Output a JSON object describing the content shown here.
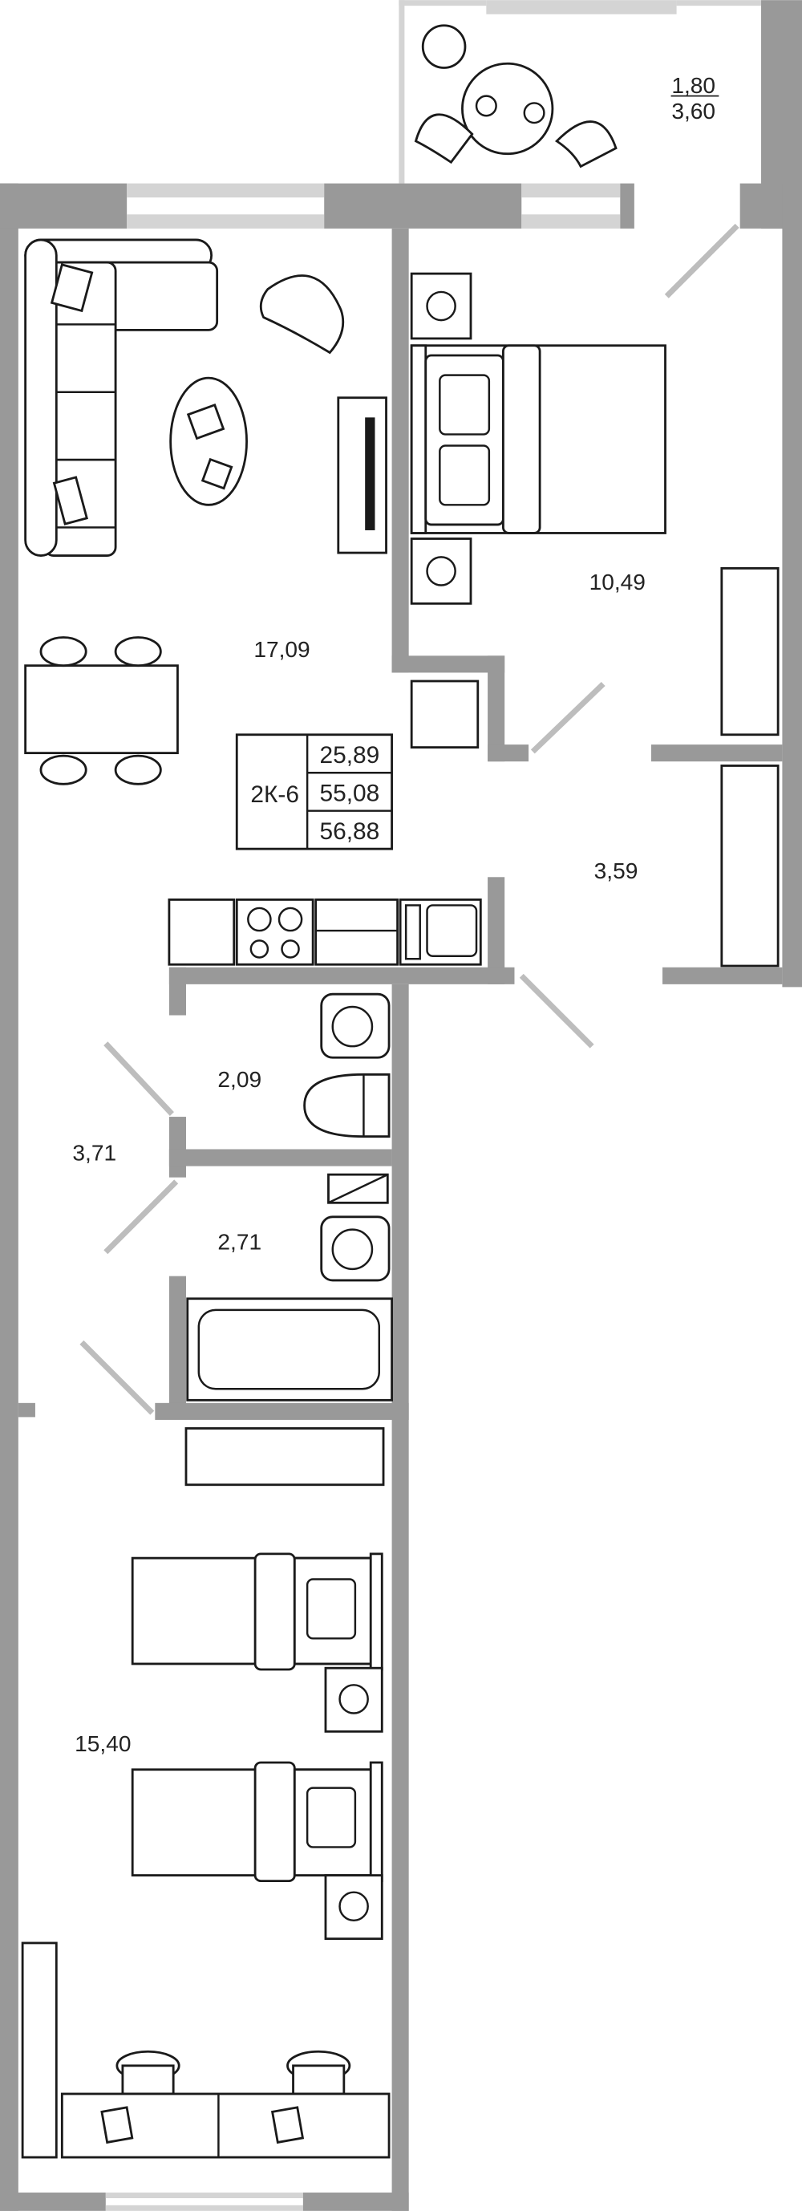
{
  "plan": {
    "apartment_type": "2К-6",
    "areas_summary": [
      "25,89",
      "55,08",
      "56,88"
    ],
    "balcony": {
      "area_top": "1,80",
      "area_bottom": "3,60"
    },
    "rooms": [
      {
        "id": "living",
        "area": "17,09"
      },
      {
        "id": "bedroom",
        "area": "10,49"
      },
      {
        "id": "closet",
        "area": "3,59"
      },
      {
        "id": "toilet",
        "area": "2,09"
      },
      {
        "id": "hall",
        "area": "3,71"
      },
      {
        "id": "bathroom",
        "area": "2,71"
      },
      {
        "id": "kids-room",
        "area": "15,40"
      }
    ],
    "colors": {
      "wall": "#999999",
      "window": "#d4d4d4",
      "line": "#1a1a1a"
    }
  }
}
